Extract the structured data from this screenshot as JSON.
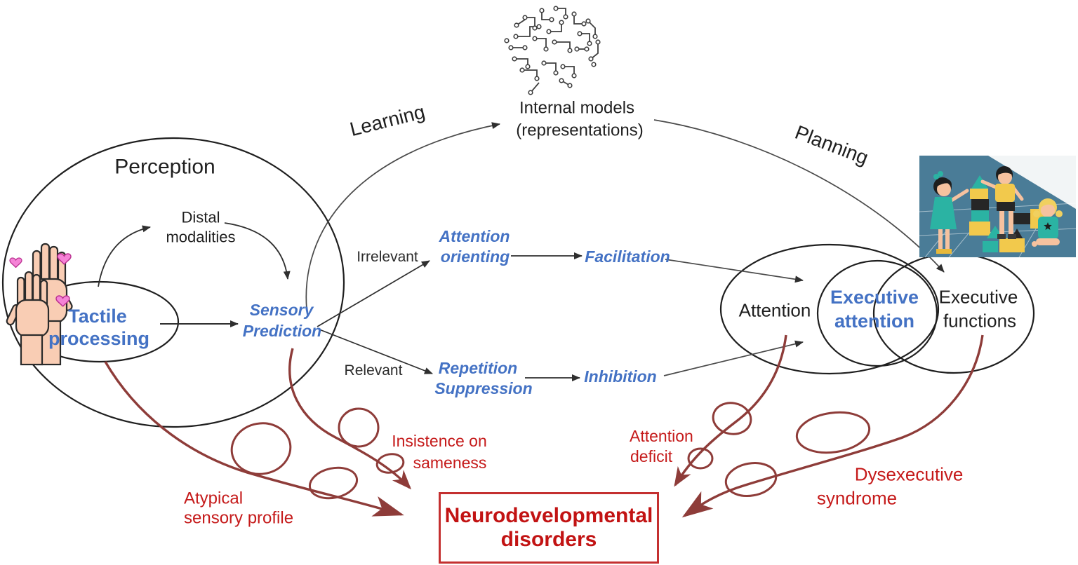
{
  "figure": {
    "labels": {
      "learning": "Learning",
      "planning": "Planning",
      "internal_models_line1": "Internal models",
      "internal_models_line2": "(representations)",
      "perception": "Perception",
      "distal_line1": "Distal",
      "distal_line2": "modalities",
      "tactile_line1": "Tactile",
      "tactile_line2": "processing",
      "sensory_line1": "Sensory",
      "sensory_line2": "Prediction",
      "irrelevant": "Irrelevant",
      "relevant": "Relevant",
      "attention_orienting_line1": "Attention",
      "attention_orienting_line2": "orienting",
      "facilitation": "Facilitation",
      "repetition_line1": "Repetition",
      "repetition_line2": "Suppression",
      "inhibition": "Inhibition",
      "attention": "Attention",
      "executive_attention_line1": "Executive",
      "executive_attention_line2": "attention",
      "executive_functions_line1": "Executive",
      "executive_functions_line2": "functions",
      "atypical_line1": "Atypical",
      "atypical_line2": "sensory profile",
      "insistence_line1": "Insistence on",
      "insistence_line2": "sameness",
      "attention_deficit_line1": "Attention",
      "attention_deficit_line2": "deficit",
      "dysexecutive_line1": "Dysexecutive",
      "dysexecutive_line2": "syndrome",
      "ndd_line1": "Neurodevelopmental",
      "ndd_line2": "disorders"
    },
    "icons": {
      "brain": "brain-circuit-icon",
      "hands": "raised-hands-icon",
      "children": "children-playing-icon",
      "heart": "heart-icon"
    },
    "colors": {
      "blue_text": "#4472C4",
      "red_text": "#C51A1A",
      "dark_red_arrow": "#8E3C39",
      "black_line": "#2F2F2F",
      "box_border": "#C43030"
    }
  }
}
